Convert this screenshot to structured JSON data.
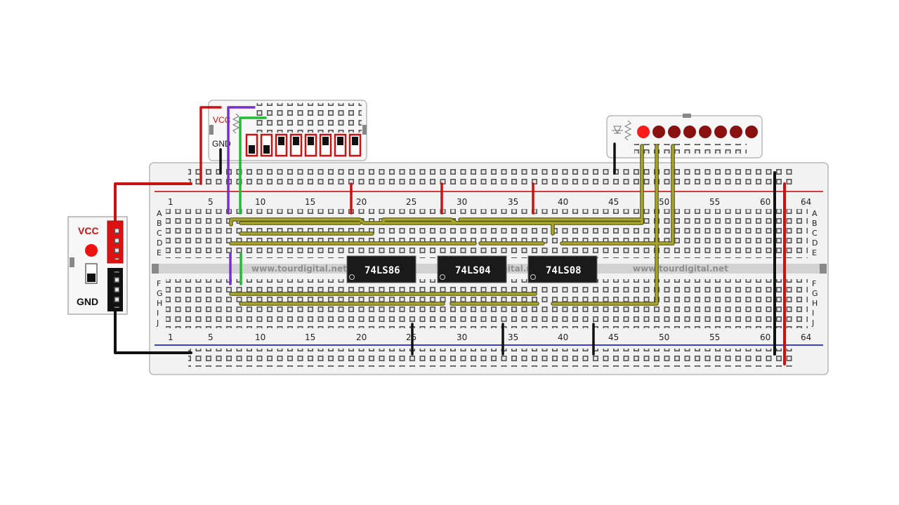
{
  "breadboard": {
    "column_labels": [
      "1",
      "5",
      "10",
      "15",
      "20",
      "25",
      "30",
      "35",
      "40",
      "45",
      "50",
      "55",
      "60",
      "64"
    ],
    "row_labels_top": [
      "A",
      "B",
      "C",
      "D",
      "E"
    ],
    "row_labels_bottom": [
      "F",
      "G",
      "H",
      "I",
      "J"
    ],
    "watermark": "www.tourdigital.net"
  },
  "chips": [
    {
      "label": "74LS86"
    },
    {
      "label": "74LS04"
    },
    {
      "label": "74LS08"
    }
  ],
  "power_module": {
    "vcc_label": "VCC",
    "gnd_label": "GND"
  },
  "switch_module": {
    "vcc_label": "VCC",
    "gnd_label": "GND",
    "switch_count": 8
  },
  "led_module": {
    "led_count": 8
  },
  "colors": {
    "power_wire": "#cc1111",
    "ground_wire": "#111111",
    "signal_wire": "#a7a52a",
    "input_wire_purple": "#7a30c8",
    "input_wire_green": "#22bb33",
    "rail_red_line": "#cc0000",
    "rail_blue_line": "#0000cc",
    "chip_body": "#1a1a1a",
    "led_on": "#ff1a1a",
    "led_off": "#8a0f0f"
  }
}
